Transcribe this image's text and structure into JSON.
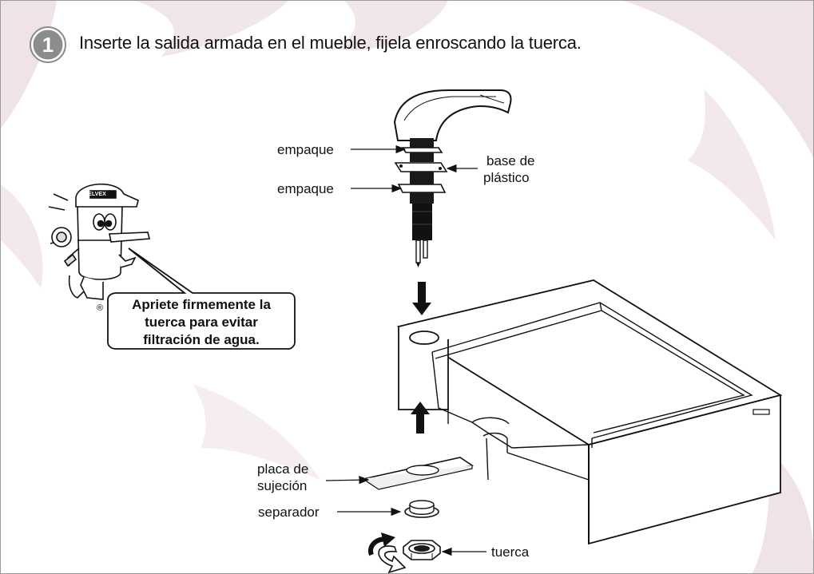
{
  "step": {
    "number": "1",
    "title": "Inserte la salida armada en el mueble, fijela enroscando la tuerca."
  },
  "labels": {
    "empaque_top": "empaque",
    "empaque_bottom": "empaque",
    "base_line1": "base de",
    "base_line2": "plástico",
    "placa_line1": "placa de",
    "placa_line2": "sujeción",
    "separador": "separador",
    "tuerca": "tuerca"
  },
  "mascot": {
    "cap_text": "HELVEX",
    "registered_mark": "®"
  },
  "callout": {
    "line1": "Apriete firmemente la",
    "line2": "tuerca para evitar",
    "line3": "filtración de agua."
  },
  "colors": {
    "accent_pink": "#ead7da",
    "badge_gray": "#8c8c8c",
    "line": "#111111"
  }
}
